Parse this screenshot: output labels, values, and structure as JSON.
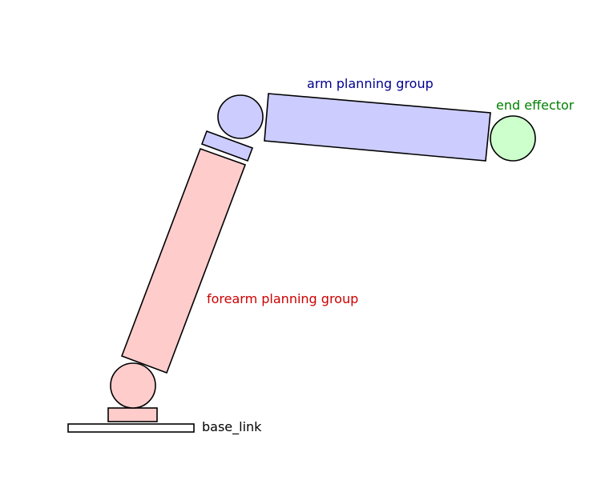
{
  "labels": {
    "arm_group": "arm planning group",
    "end_effector": "end effector",
    "forearm_group": "forearm planning group",
    "base_link": "base_link"
  },
  "colors": {
    "arm_fill": "#ccccff",
    "arm_text": "#00008b",
    "forearm_fill": "#ffcccc",
    "forearm_text": "#cc0000",
    "end_effector_fill": "#ccffcc",
    "end_effector_text": "#008000",
    "base_fill": "#ffffff",
    "base_text": "#000000"
  }
}
